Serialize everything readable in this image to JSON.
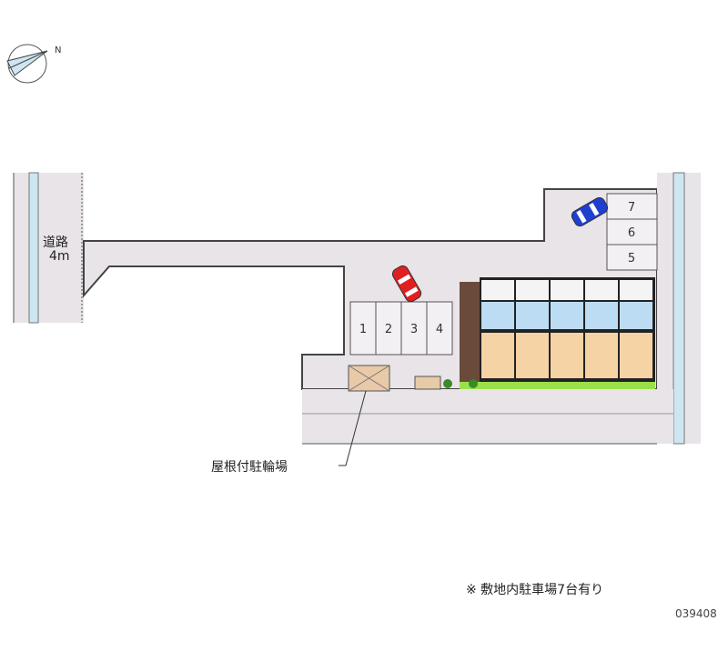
{
  "compass": {
    "north_label": "N"
  },
  "road": {
    "label": "道路",
    "width": "4m"
  },
  "parking_spaces": [
    "1",
    "2",
    "3",
    "4",
    "5",
    "6",
    "7"
  ],
  "bike_shelter_label": "屋根付駐輪場",
  "note": "※ 敷地内駐車場7台有り",
  "code": "039408",
  "colors": {
    "pavement": "#e8e4e8",
    "water": "#cde6f2",
    "car_red": "#e02020",
    "car_blue": "#1e3fd0",
    "room_beige": "#f6d3a4",
    "room_blue": "#bcdcf4",
    "green": "#9be04a"
  }
}
